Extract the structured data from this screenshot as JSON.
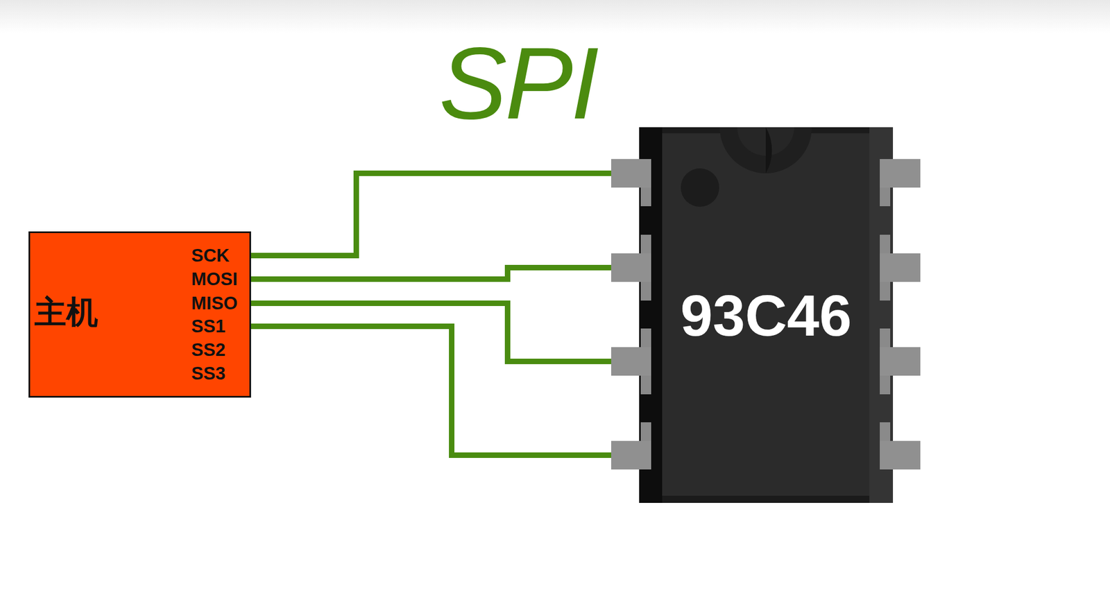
{
  "diagram": {
    "title": "SPI",
    "nodes": [
      {
        "text": [
          "主机"
        ]
      },
      {
        "text": [
          "93C46"
        ]
      }
    ],
    "edges": [
      {
        "from": 0,
        "to": 1,
        "arrow": "none"
      },
      {
        "from": 0,
        "to": 1,
        "arrow": "none"
      },
      {
        "from": 0,
        "to": 1,
        "arrow": "none"
      },
      {
        "from": 0,
        "to": 1,
        "arrow": "none"
      }
    ],
    "labels": [
      "SCK",
      "MOSI",
      "MISO",
      "SS1",
      "SS2",
      "SS3"
    ]
  }
}
